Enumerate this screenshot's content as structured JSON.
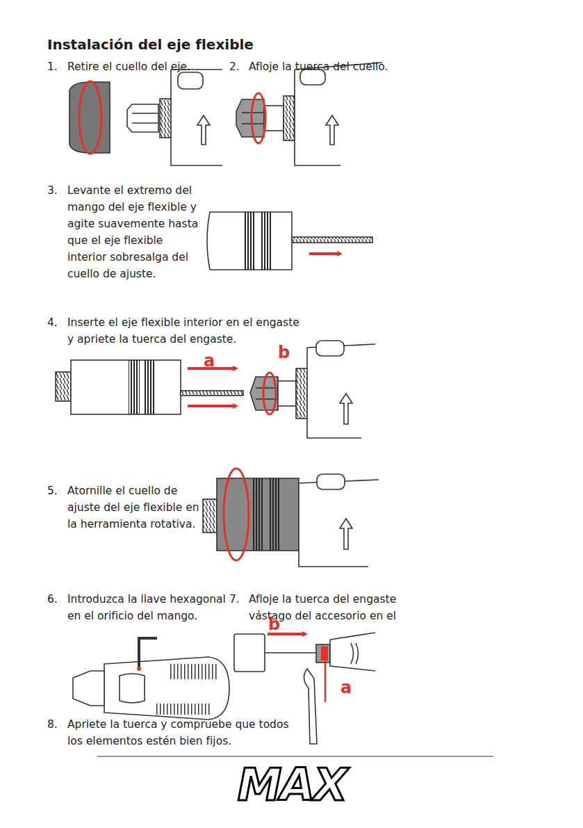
{
  "diagram": {
    "title": "Instalación del eje flexible",
    "labels": [
      "1.",
      "Retire el cuello del eje.",
      "2.",
      "Afloje la tuerca del cuello.",
      "3.",
      "Levante el extremo del mango del eje flexible y agite suavemente hasta que el eje flexible interior sobresalga del cuello de ajuste.",
      "4.",
      "Inserte el eje flexible interior en el engaste y apriete la tuerca del engaste.",
      "5.",
      "Atornille el cuello de ajuste del eje flexible en la herramienta rotativa.",
      "6.",
      "Introduzca la llave hexagonal en el orificio del mango.",
      "7.",
      "Afloje la tuerca del engaste vástago del accesorio en el",
      "8.",
      "Apriete la tuerca y compruebe que todos los elementos estén bien fijos.",
      "a",
      "b",
      "b",
      "a",
      "MAX"
    ]
  }
}
